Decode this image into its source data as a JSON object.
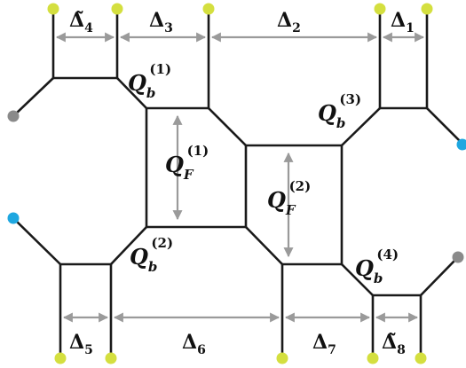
{
  "colors": {
    "line": "#1a1a1a",
    "arrow": "#9a9a9a",
    "dot_yellow": "#d4df3f",
    "dot_cyan": "#1ea7e0",
    "dot_gray": "#8a8a8a"
  },
  "q_labels": {
    "qb1": {
      "base": "Q",
      "sub": "b",
      "sup": "(1)"
    },
    "qb2": {
      "base": "Q",
      "sub": "b",
      "sup": "(2)"
    },
    "qb3": {
      "base": "Q",
      "sub": "b",
      "sup": "(3)"
    },
    "qb4": {
      "base": "Q",
      "sub": "b",
      "sup": "(4)"
    },
    "qf1": {
      "base": "Q",
      "sub": "F",
      "sup": "(1)"
    },
    "qf2": {
      "base": "Q",
      "sub": "F",
      "sup": "(2)"
    }
  },
  "delta_labels": {
    "d1": {
      "sym": "Δ",
      "sub": "1"
    },
    "d2": {
      "sym": "Δ",
      "sub": "2"
    },
    "d3": {
      "sym": "Δ",
      "sub": "3"
    },
    "d4": {
      "sym": "Δ̃",
      "sub": "4"
    },
    "d5": {
      "sym": "Δ",
      "sub": "5"
    },
    "d6": {
      "sym": "Δ",
      "sub": "6"
    },
    "d7": {
      "sym": "Δ",
      "sub": "7"
    },
    "d8": {
      "sym": "Δ̃",
      "sub": "8"
    }
  }
}
